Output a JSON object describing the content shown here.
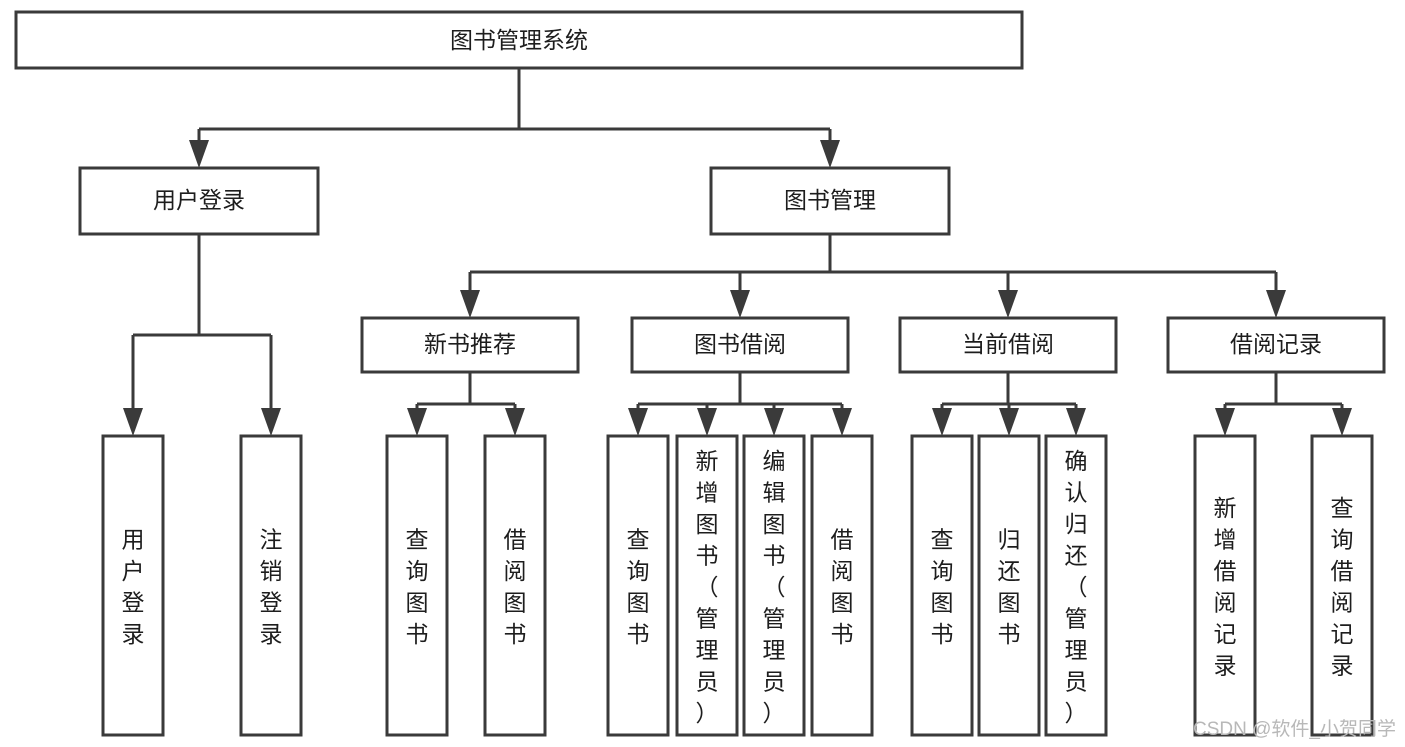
{
  "diagram": {
    "title": "图书管理系统",
    "type": "tree-hierarchy-chart",
    "colors": {
      "stroke": "#3a3a3a",
      "fill": "#ffffff",
      "text": "#1d1d1d",
      "watermark": "#b8b8b8",
      "background": "#ffffff"
    },
    "root": {
      "label": "图书管理系统"
    },
    "level2": [
      {
        "label": "用户登录"
      },
      {
        "label": "图书管理"
      }
    ],
    "level3": [
      {
        "label": "新书推荐"
      },
      {
        "label": "图书借阅"
      },
      {
        "label": "当前借阅"
      },
      {
        "label": "借阅记录"
      }
    ],
    "leaves": {
      "user_login": [
        {
          "label": "用户登录"
        },
        {
          "label": "注销登录"
        }
      ],
      "new_book_recommend": [
        {
          "label": "查询图书"
        },
        {
          "label": "借阅图书"
        }
      ],
      "book_borrow": [
        {
          "label": "查询图书"
        },
        {
          "label": "新增图书（管理员）"
        },
        {
          "label": "编辑图书（管理员）"
        },
        {
          "label": "借阅图书"
        }
      ],
      "current_borrow": [
        {
          "label": "查询图书"
        },
        {
          "label": "归还图书"
        },
        {
          "label": "确认归还（管理员）"
        }
      ],
      "borrow_record": [
        {
          "label": "新增借阅记录"
        },
        {
          "label": "查询借阅记录"
        }
      ]
    },
    "watermark": "CSDN @软件_小贺同学"
  }
}
